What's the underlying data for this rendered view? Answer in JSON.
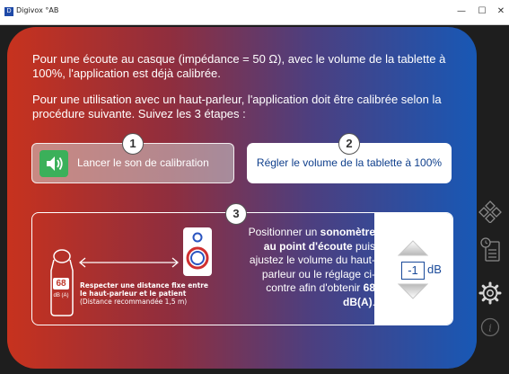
{
  "window": {
    "icon_letter": "D",
    "title": "Digivox °AB",
    "minimize_glyph": "—",
    "maximize_glyph": "☐",
    "close_glyph": "✕"
  },
  "intro": {
    "paragraph1": "Pour une écoute au casque (impédance = 50 Ω), avec le volume de la tablette à 100%, l'application est déjà calibrée.",
    "paragraph2": "Pour une utilisation avec un haut-parleur, l'application doit être calibrée selon la procédure suivante. Suivez les 3 étapes :"
  },
  "steps": {
    "step1": {
      "number": "1",
      "label": "Lancer le son de calibration"
    },
    "step2": {
      "number": "2",
      "label": "Régler le volume de la tablette à 100%"
    },
    "step3": {
      "number": "3",
      "instruction_part1": "Positionner un ",
      "instruction_bold1": "sonomètre au point d'écoute",
      "instruction_part2": " puis ajustez le volume du haut-parleur ou le réglage ci-contre afin d'obtenir ",
      "instruction_bold2": "68 dB(A)",
      "instruction_part3": ".",
      "distance_line1": "Respecter une distance fixe entre",
      "distance_line2": "le haut-parleur et le patient",
      "distance_line3": "(Distance recommandée 1,5 m)",
      "meter_value": "68",
      "meter_unit": "dB (A)",
      "adjust_value": "-1",
      "adjust_unit": "dB"
    }
  },
  "colors": {
    "gradient_left": "#c7321e",
    "gradient_right": "#1858b5",
    "speaker_button": "#3bb05a",
    "accent_blue": "#1a4a9a"
  },
  "icons": [
    "volume-icon",
    "sound-meter-icon",
    "speaker-icon",
    "double-arrow-icon",
    "stepper-up-icon",
    "stepper-down-icon",
    "diamond-grid-icon",
    "document-clock-icon",
    "gear-icon",
    "info-icon"
  ]
}
